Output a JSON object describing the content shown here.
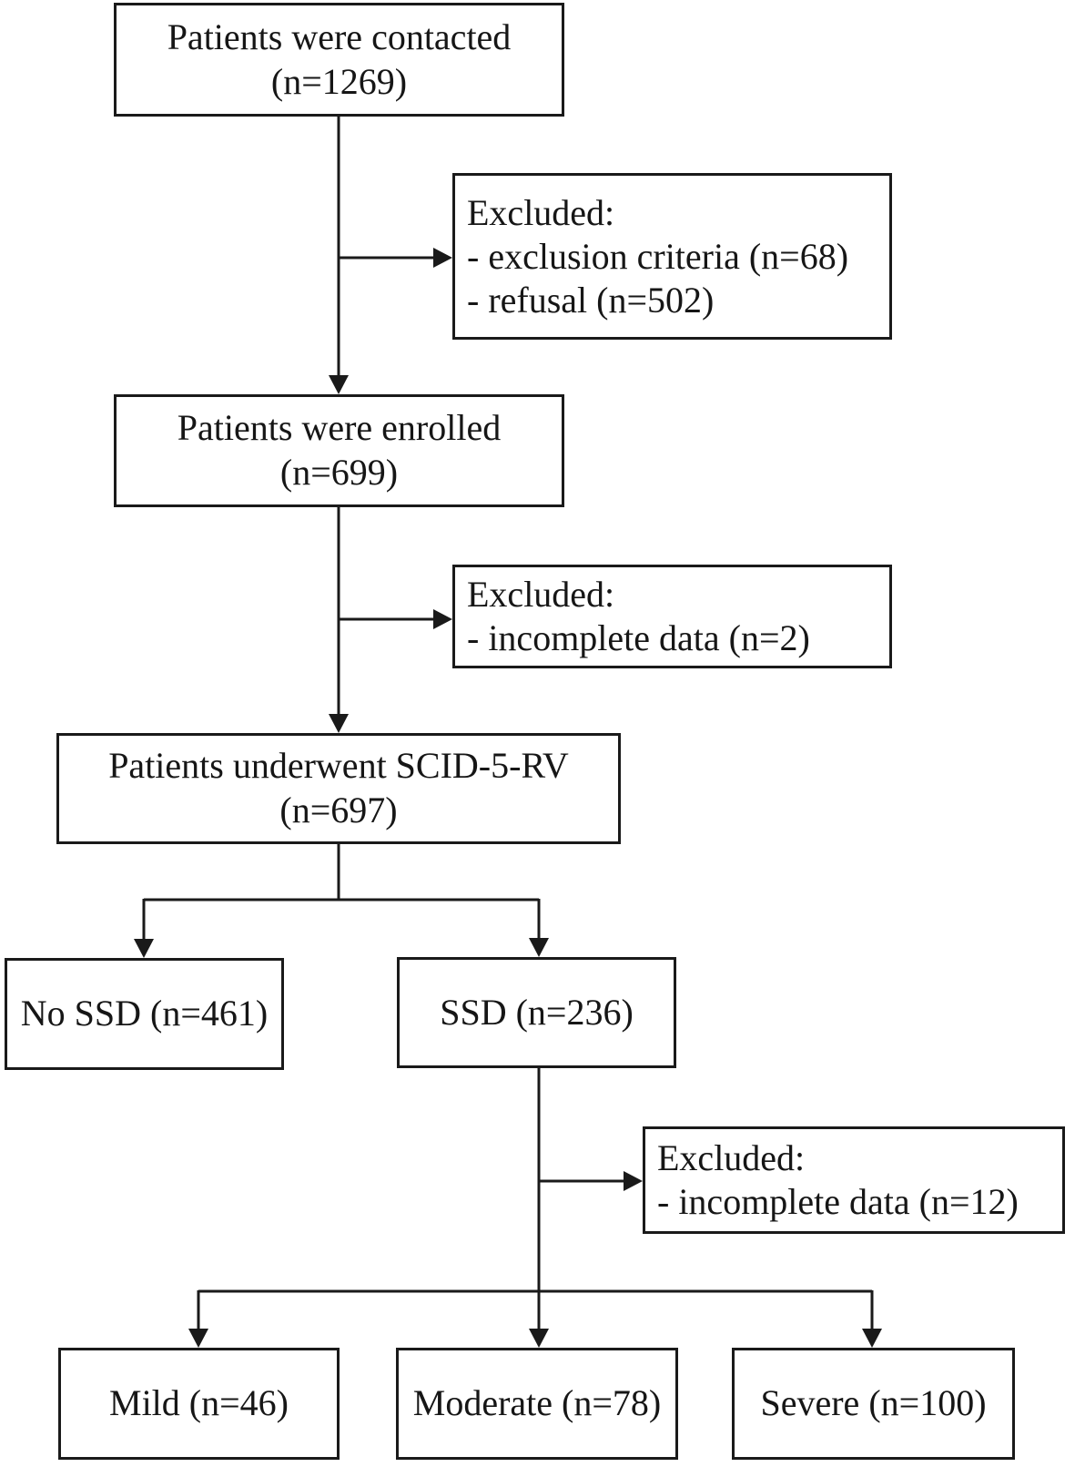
{
  "flowchart": {
    "nodes": {
      "contacted": {
        "line1": "Patients were contacted",
        "line2": "(n=1269)"
      },
      "excluded_1": {
        "heading": "Excluded:",
        "items": [
          "- exclusion criteria (n=68)",
          "- refusal (n=502)"
        ]
      },
      "enrolled": {
        "line1": "Patients were enrolled",
        "line2": "(n=699)"
      },
      "excluded_2": {
        "heading": "Excluded:",
        "items": [
          "- incomplete data (n=2)"
        ]
      },
      "scid": {
        "line1": "Patients underwent SCID-5-RV",
        "line2": "(n=697)"
      },
      "no_ssd": {
        "label": "No SSD (n=461)"
      },
      "ssd": {
        "label": "SSD (n=236)"
      },
      "excluded_3": {
        "heading": "Excluded:",
        "items": [
          "- incomplete data (n=12)"
        ]
      },
      "mild": {
        "label": "Mild (n=46)"
      },
      "moderate": {
        "label": "Moderate (n=78)"
      },
      "severe": {
        "label": "Severe (n=100)"
      }
    },
    "colors": {
      "line": "#1a1a1a",
      "text": "#161616",
      "background": "#ffffff"
    }
  }
}
